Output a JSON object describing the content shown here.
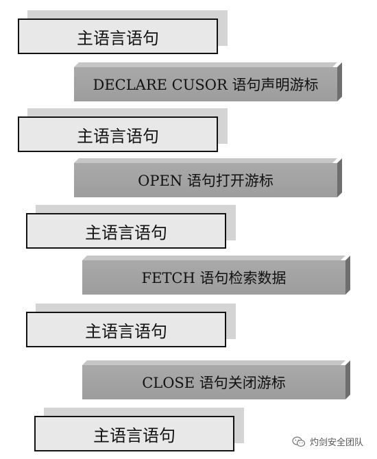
{
  "steps": [
    {
      "kind": "host",
      "label": "主语言语句"
    },
    {
      "kind": "sql",
      "label": "DECLARE CUSOR 语句声明游标"
    },
    {
      "kind": "host",
      "label": "主语言语句"
    },
    {
      "kind": "sql",
      "label": "OPEN 语句打开游标"
    },
    {
      "kind": "host",
      "label": "主语言语句"
    },
    {
      "kind": "sql",
      "label": "FETCH 语句检索数据"
    },
    {
      "kind": "host",
      "label": "主语言语句"
    },
    {
      "kind": "sql",
      "label": "CLOSE 语句关闭游标"
    },
    {
      "kind": "host",
      "label": "主语言语句"
    }
  ],
  "watermark": {
    "text": "灼剑安全团队",
    "icon": "wechat-icon"
  },
  "colors": {
    "host_box": "#e8e8e8",
    "host_shadow": "#d4d4d4",
    "sql_box": "#a3a3a3",
    "border": "#111111"
  }
}
